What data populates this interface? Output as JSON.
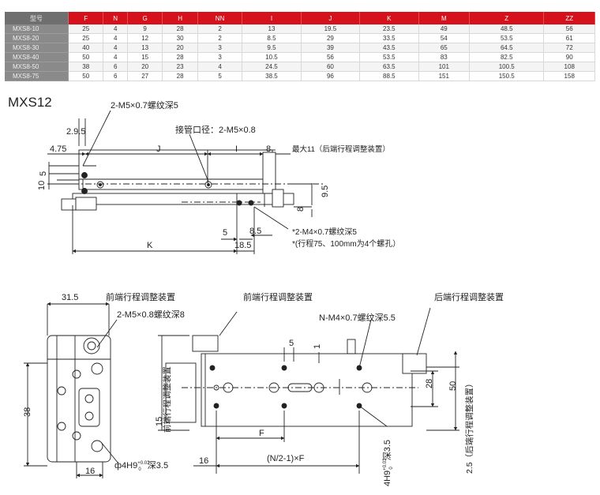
{
  "table": {
    "headers": [
      "型号",
      "F",
      "N",
      "G",
      "H",
      "NN",
      "I",
      "J",
      "K",
      "M",
      "Z",
      "ZZ"
    ],
    "rows": [
      [
        "MXS8-10",
        "25",
        "4",
        "9",
        "28",
        "2",
        "13",
        "19.5",
        "23.5",
        "49",
        "48.5",
        "56"
      ],
      [
        "MXS8-20",
        "25",
        "4",
        "12",
        "30",
        "2",
        "8.5",
        "29",
        "33.5",
        "54",
        "53.5",
        "61"
      ],
      [
        "MXS8-30",
        "40",
        "4",
        "13",
        "20",
        "3",
        "9.5",
        "39",
        "43.5",
        "65",
        "64.5",
        "72"
      ],
      [
        "MXS8-40",
        "50",
        "4",
        "15",
        "28",
        "3",
        "10.5",
        "56",
        "53.5",
        "83",
        "82.5",
        "90"
      ],
      [
        "MXS8-50",
        "38",
        "6",
        "20",
        "23",
        "4",
        "24.5",
        "60",
        "63.5",
        "101",
        "100.5",
        "108"
      ],
      [
        "MXS8-75",
        "50",
        "6",
        "27",
        "28",
        "5",
        "38.5",
        "96",
        "88.5",
        "151",
        "150.5",
        "158"
      ]
    ]
  },
  "model_label": "MXS12",
  "top_view": {
    "thread_a": "2-M5×0.7螺纹深5",
    "dim_2_9_5": "2.9.5",
    "dim_4_75": "4.75",
    "dim_J": "J",
    "dim_I": "I",
    "dim_8": "8",
    "port": "接管口径：2-M5×0.8",
    "max11": "最大11（后端行程调整装置）",
    "dim_5": "5",
    "dim_10": "10",
    "dim_9_5": "9.5",
    "dim_8b": "8",
    "dim_5b": "5",
    "dim_8_5": "8.5",
    "dim_K": "K",
    "dim_18_5": "18.5",
    "note1": "*2-M4×0.7螺纹深5",
    "note2": "*(行程75、100mm为4个螺孔）"
  },
  "end_view": {
    "dim_31_5": "31.5",
    "front_adj": "前端行程调整装置",
    "thread_b": "2-M5×0.8螺纹深8",
    "dim_38": "38",
    "dim_16": "16",
    "pin_hole": "ф4H9",
    "pin_tol_upper": "+0.03",
    "pin_tol_lower": "0",
    "pin_depth": "深3.5"
  },
  "bottom_view": {
    "front_adj": "前端行程调整装置",
    "rear_adj": "后端行程调整装置",
    "thread_c": "N-M4×0.7螺纹深5.5",
    "dim_5": "5",
    "dim_1": "1",
    "dim_28": "28",
    "dim_50": "50",
    "dim_15": "15",
    "front_adj_vert": "前端行程调整装置",
    "rear_adj_vert": "2.5（后端行程调整装置）",
    "dim_F": "F",
    "dim_16": "16",
    "formula": "(N/2-1)×F",
    "pin_hole_v": "4H9",
    "pin_tol_upper": "+0.03",
    "pin_tol_lower": "0",
    "pin_depth_v": "深3.5"
  }
}
